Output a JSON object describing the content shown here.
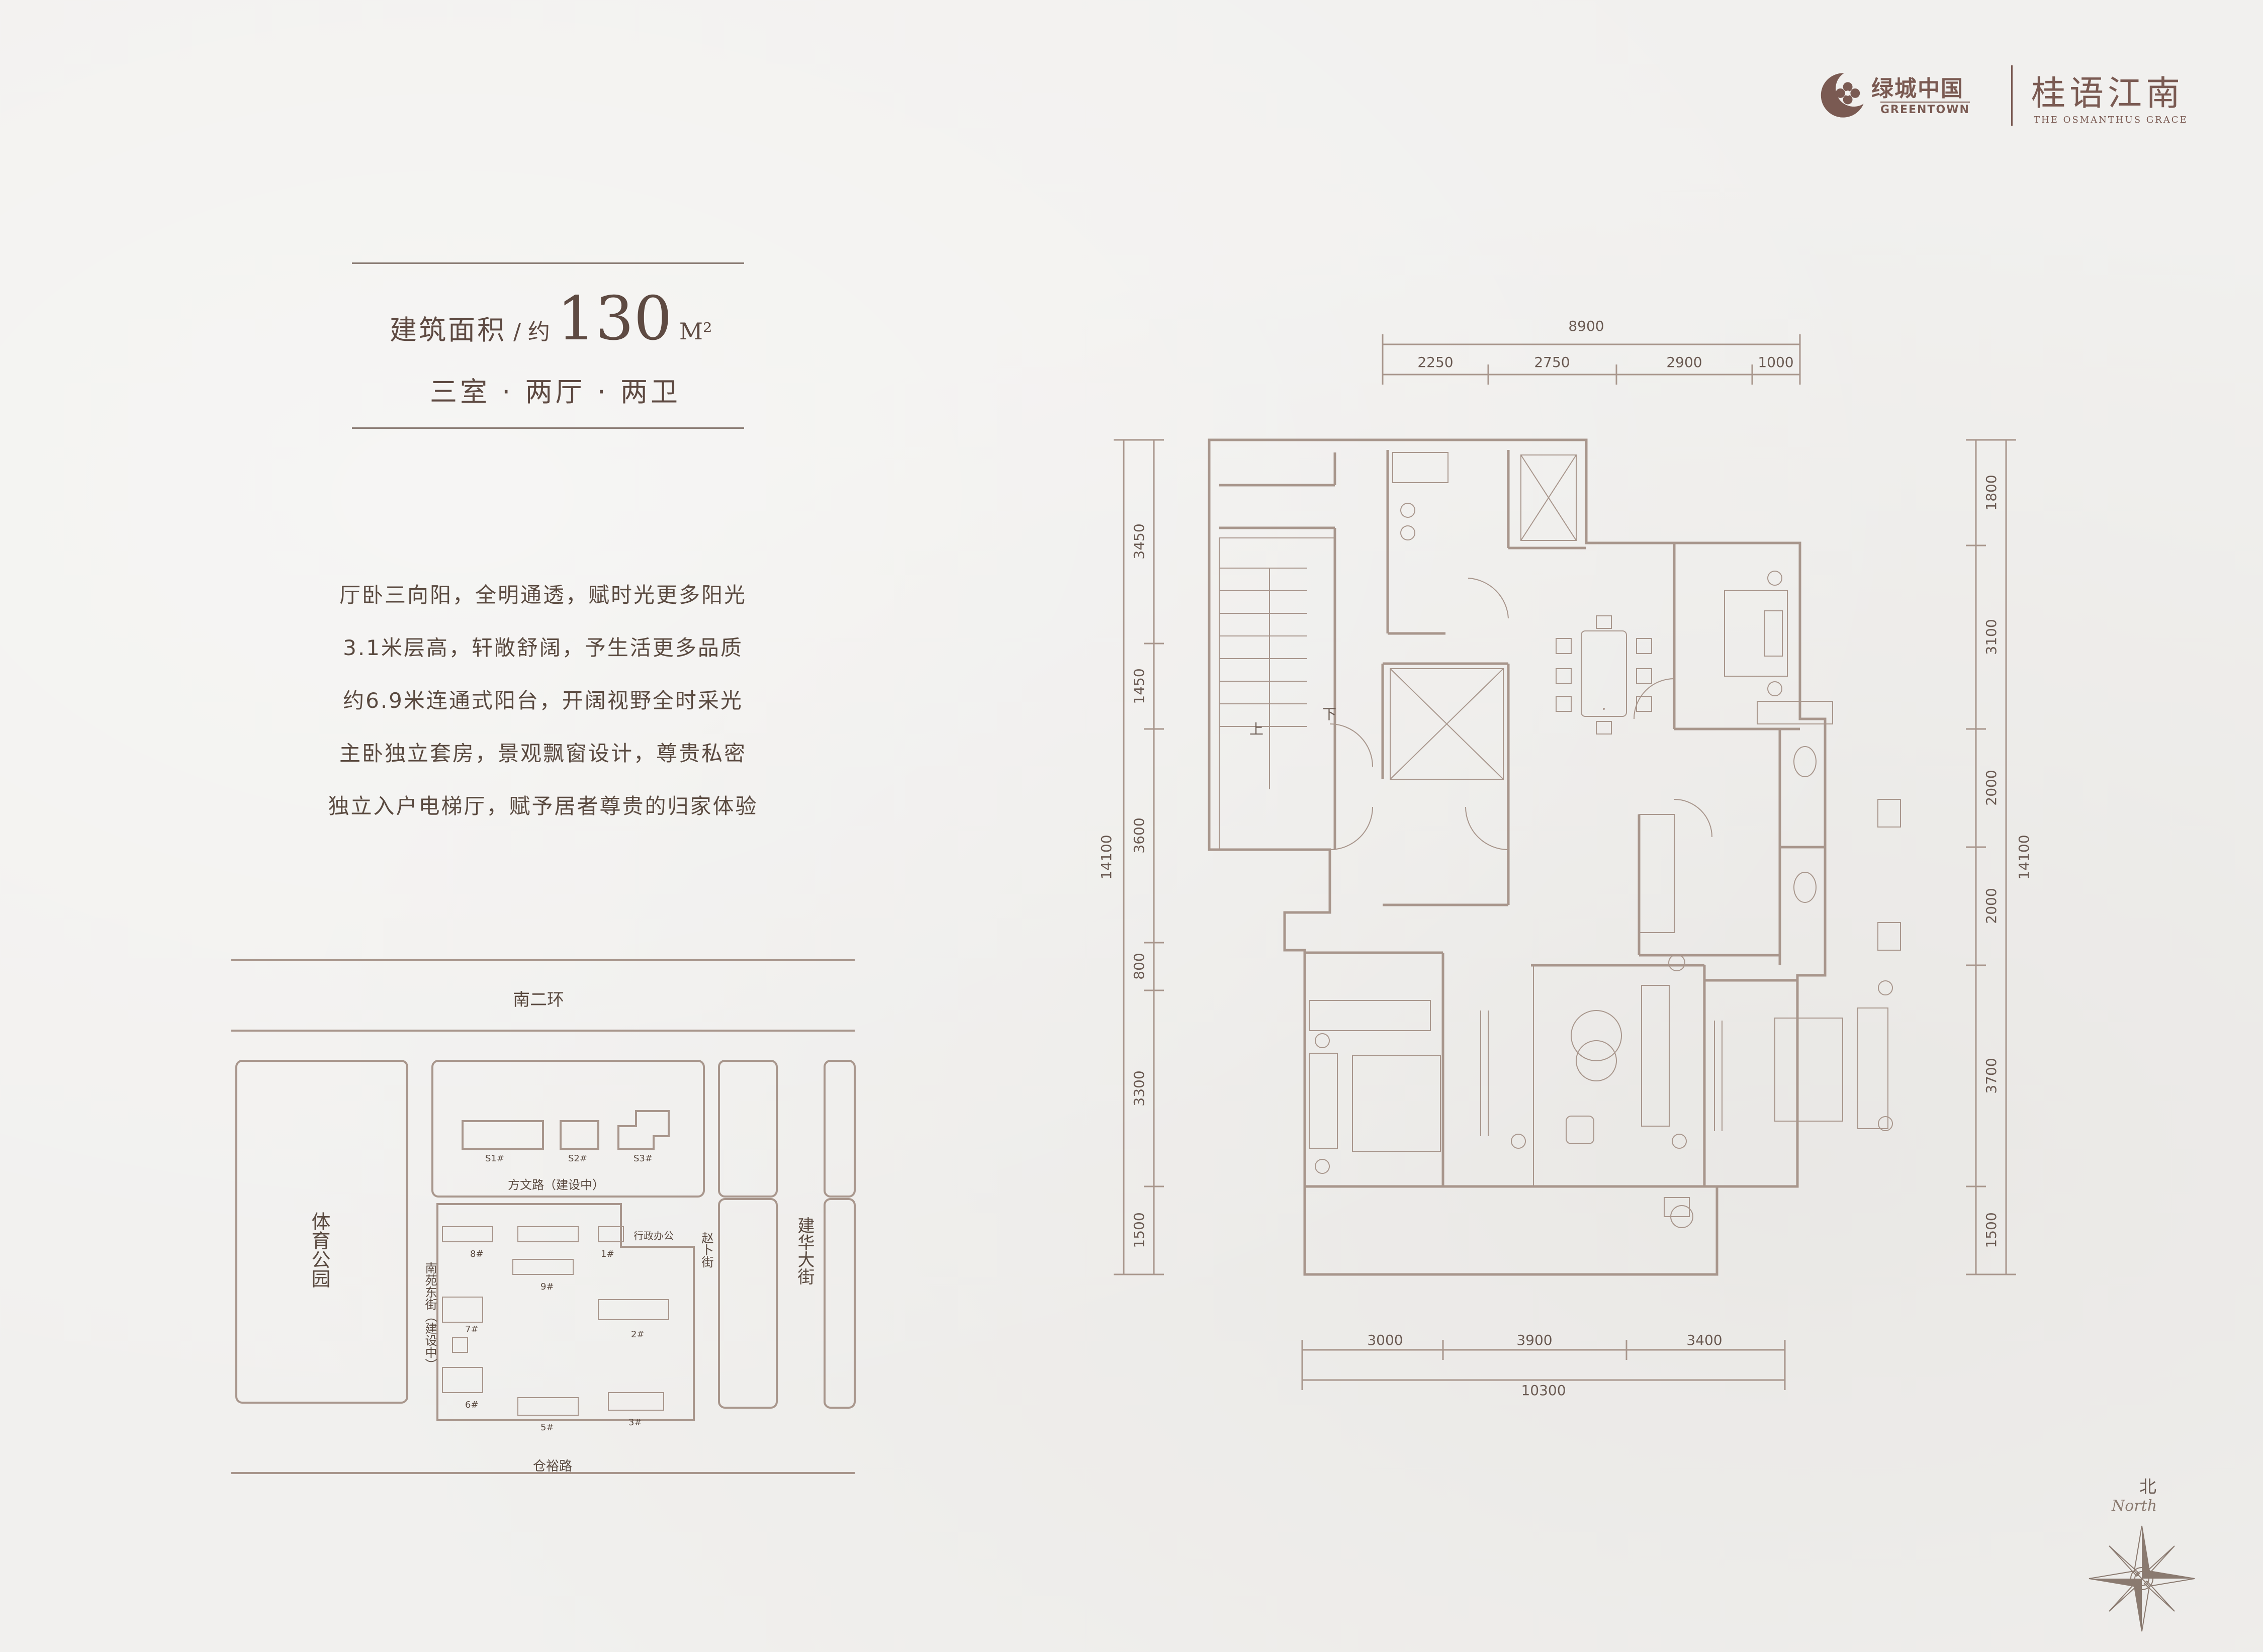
{
  "brand": {
    "name_cn": "绿城中国",
    "name_en": "GREENTOWN"
  },
  "project": {
    "name_cn": "桂语江南",
    "name_en": "THE OSMANTHUS GRACE"
  },
  "unit": {
    "area_label": "建筑面积",
    "area_sep": "/",
    "area_approx": "约",
    "area_value": "130",
    "area_unit": "M²",
    "layout": "三室 · 两厅 · 两卫"
  },
  "features": [
    "厅卧三向阳，全明通透，赋时光更多阳光",
    "3.1米层高，轩敞舒阔，予生活更多品质",
    "约6.9米连通式阳台，开阔视野全时采光",
    "主卧独立套房，景观飘窗设计，尊贵私密",
    "独立入户电梯厅，赋予居者尊贵的归家体验"
  ],
  "site_map": {
    "road_north": "南二环",
    "road_south": "仓裕路",
    "road_middle": "方文路（建设中）",
    "road_west": "南苑东街（建设中）",
    "road_east1": "赵卜街",
    "road_east2": "建华大街",
    "park": "体育公园",
    "office": "行政办公",
    "buildings_north": [
      "S1#",
      "S2#",
      "S3#"
    ],
    "buildings_south": [
      "1#",
      "2#",
      "3#",
      "5#",
      "6#",
      "7#",
      "8#",
      "9#"
    ]
  },
  "floorplan": {
    "top_total": "8900",
    "top_segments": [
      "2250",
      "2750",
      "2900",
      "1000"
    ],
    "bottom_total": "10300",
    "bottom_segments": [
      "3000",
      "3900",
      "3400"
    ],
    "left_total": "14100",
    "left_segments": [
      "3450",
      "1450",
      "3600",
      "800",
      "3300",
      "1500"
    ],
    "right_total": "14100",
    "right_segments": [
      "1800",
      "3100",
      "2000",
      "2000",
      "3700",
      "1500"
    ],
    "stair_up": "上",
    "stair_down": "下"
  },
  "compass": {
    "north_cn": "北",
    "north_en": "North"
  },
  "colors": {
    "line": "#a8968c",
    "text": "#5a4a40",
    "accent": "#7a5a52"
  }
}
